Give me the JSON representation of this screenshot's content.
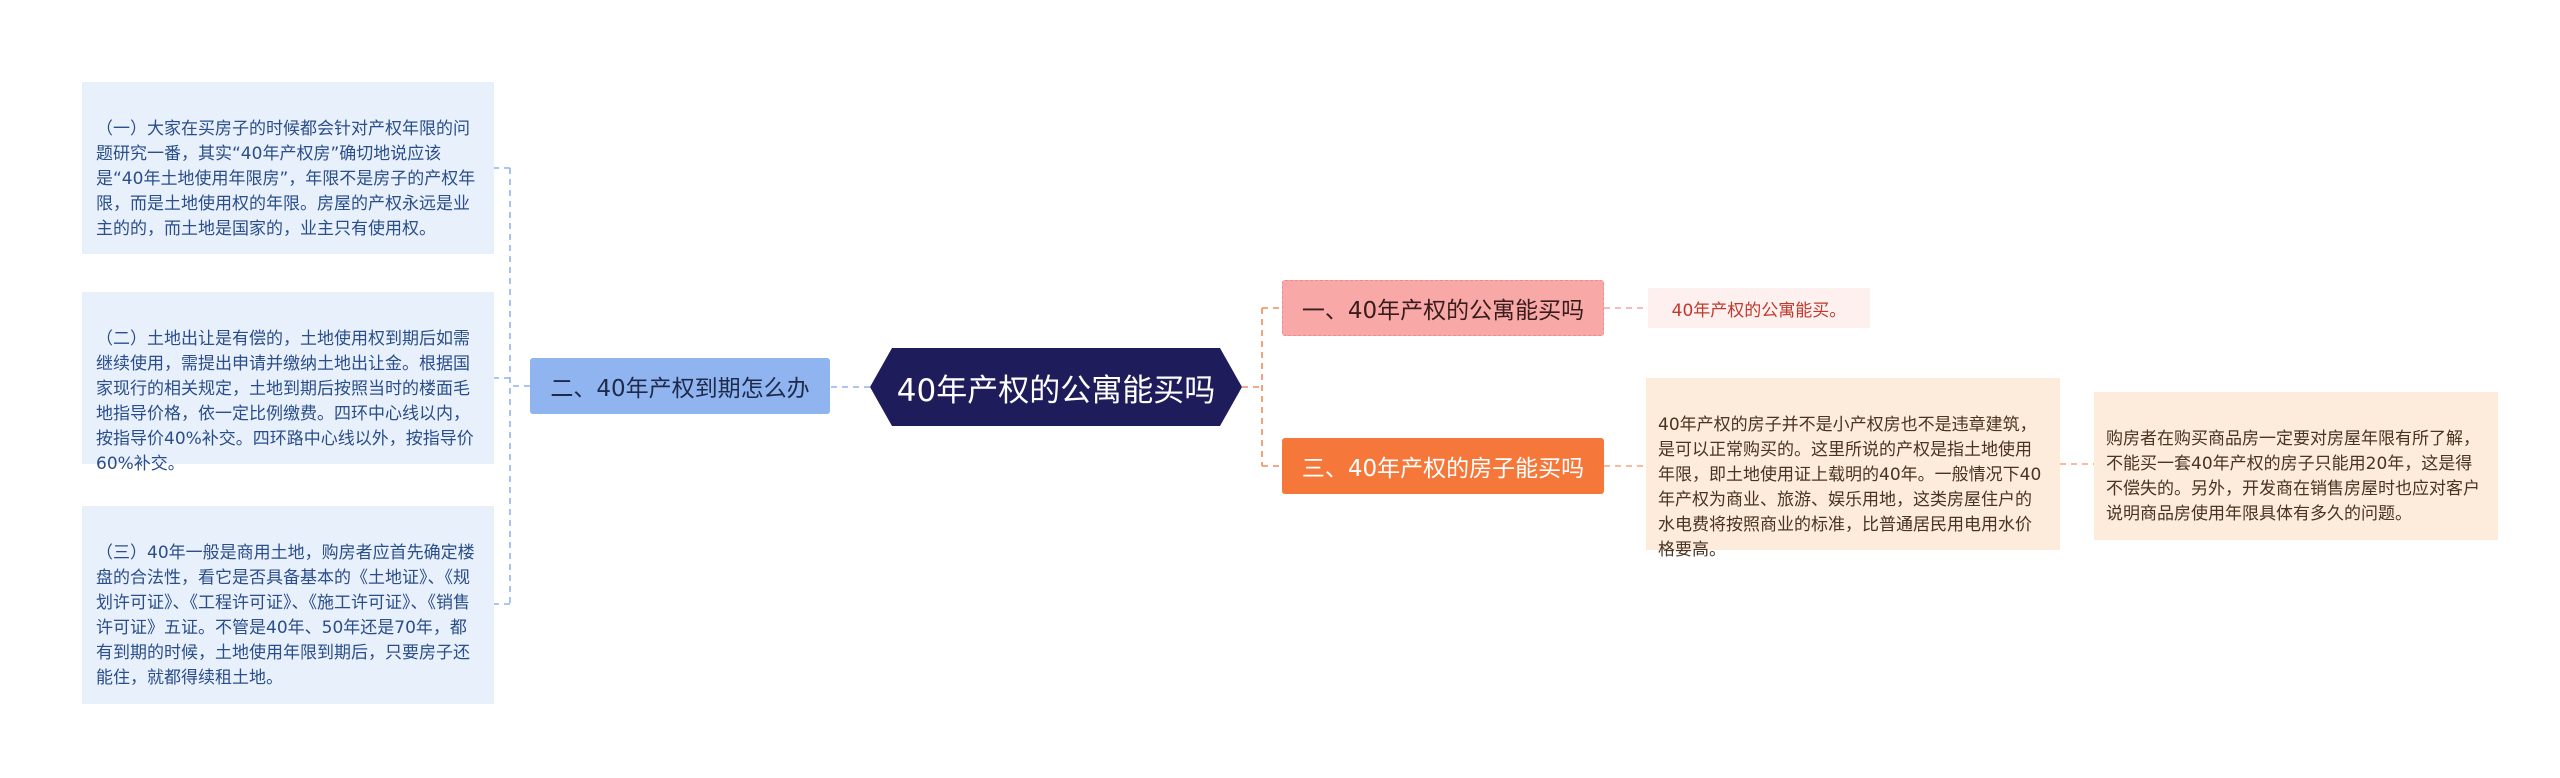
{
  "central": {
    "title": "40年产权的公寓能买吗"
  },
  "branches": {
    "left": {
      "label": "二、40年产权到期怎么办"
    },
    "right_top": {
      "label": "一、40年产权的公寓能买吗"
    },
    "right_bottom": {
      "label": "三、40年产权的房子能买吗"
    }
  },
  "left_leaves": [
    {
      "text": "（一）大家在买房子的时候都会针对产权年限的问题研究一番，其实“40年产权房”确切地说应该是“40年土地使用年限房”，年限不是房子的产权年限，而是土地使用权的年限。房屋的产权永远是业主的的，而土地是国家的，业主只有使用权。"
    },
    {
      "text": "（二）土地出让是有偿的，土地使用权到期后如需继续使用，需提出申请并缴纳土地出让金。根据国家现行的相关规定，土地到期后按照当时的楼面毛地指导价格，依一定比例缴费。四环中心线以内，按指导价40%补交。四环路中心线以外，按指导价60%补交。"
    },
    {
      "text": "（三）40年一般是商用土地，购房者应首先确定楼盘的合法性，看它是否具备基本的《土地证》、《规划许可证》、《工程许可证》、《施工许可证》、《销售许可证》五证。不管是40年、50年还是70年，都有到期的时候，土地使用年限到期后，只要房子还能住，就都得续租土地。"
    }
  ],
  "right_leaves": {
    "top": {
      "text": "40年产权的公寓能买。"
    },
    "bottom": {
      "text": "40年产权的房子并不是小产权房也不是违章建筑，是可以正常购买的。这里所说的产权是指土地使用年限，即土地使用证上载明的40年。一般情况下40年产权为商业、旅游、娱乐用地，这类房屋住户的水电费将按照商业的标准，比普通居民用电用水价格要高。"
    },
    "far": {
      "text": "购房者在购买商品房一定要对房屋年限有所了解，不能买一套40年产权的房子只能用20年，这是得不偿失的。另外，开发商在销售房屋时也应对客户说明商品房使用年限具体有多久的问题。"
    }
  },
  "colors": {
    "central_bg": "#1e1c5b",
    "left_branch_bg": "#90b4f0",
    "right_top_bg": "#f8a9a7",
    "right_bottom_bg": "#f5783a",
    "leaf_blue_bg": "#e8f0fc",
    "leaf_orange_bg": "#fdebdc"
  }
}
